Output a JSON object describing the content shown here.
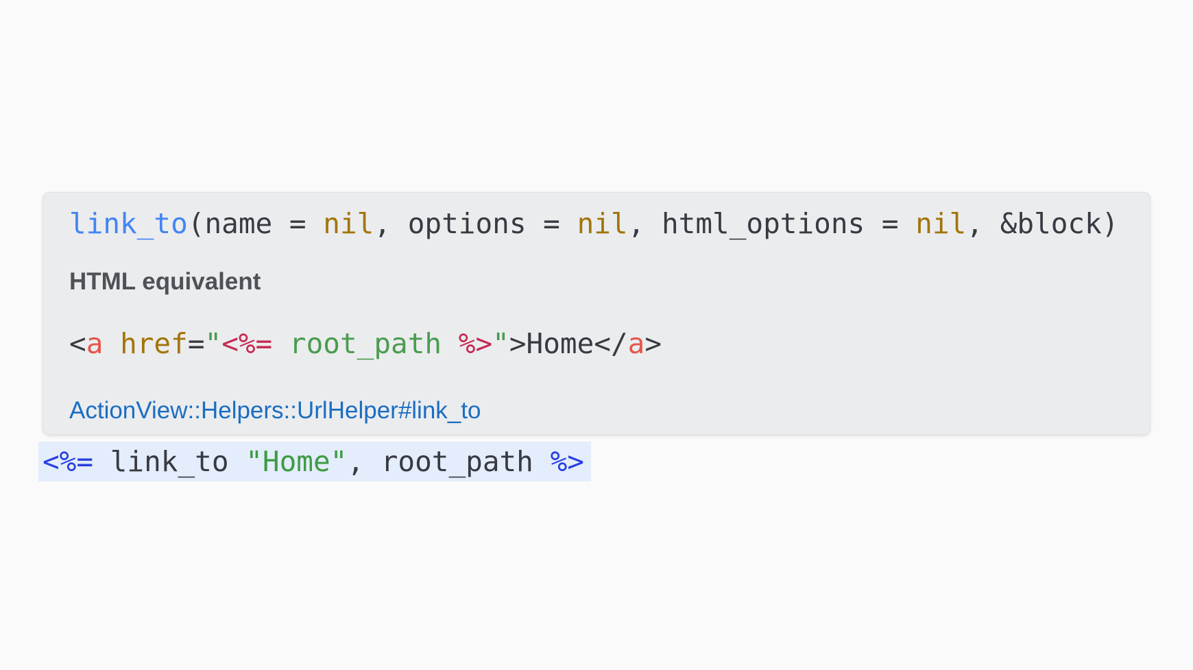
{
  "colors": {
    "plain": "#383a42",
    "function": "#4285f4",
    "constant": "#a2750a",
    "tag": "#e45649",
    "attr": "#a2750a",
    "string": "#4a9c4f",
    "string_editor": "#3e9b43",
    "erb_doc": "#c62a53",
    "erb_editor": "#2a3fe0",
    "link": "#1a6dc2",
    "heading": "#4e5257",
    "page_bg": "#fafafa",
    "panel_bg": "#ebecee",
    "highlight_bg": "#e3edfb"
  },
  "doc_panel": {
    "signature": {
      "segments": [
        {
          "t": "link_to",
          "c": "function"
        },
        {
          "t": "(name = ",
          "c": "plain"
        },
        {
          "t": "nil",
          "c": "constant"
        },
        {
          "t": ", options = ",
          "c": "plain"
        },
        {
          "t": "nil",
          "c": "constant"
        },
        {
          "t": ", html_options = ",
          "c": "plain"
        },
        {
          "t": "nil",
          "c": "constant"
        },
        {
          "t": ", &block)",
          "c": "plain"
        }
      ]
    },
    "heading": "HTML equivalent",
    "html_equivalent": {
      "segments": [
        {
          "t": "<",
          "c": "plain"
        },
        {
          "t": "a",
          "c": "tag"
        },
        {
          "t": " ",
          "c": "plain"
        },
        {
          "t": "href",
          "c": "attr"
        },
        {
          "t": "=",
          "c": "plain"
        },
        {
          "t": "\"",
          "c": "string"
        },
        {
          "t": "<%=",
          "c": "erb_doc"
        },
        {
          "t": " root_path ",
          "c": "string"
        },
        {
          "t": "%>",
          "c": "erb_doc"
        },
        {
          "t": "\"",
          "c": "string"
        },
        {
          "t": ">Home</",
          "c": "plain"
        },
        {
          "t": "a",
          "c": "tag"
        },
        {
          "t": ">",
          "c": "plain"
        }
      ]
    },
    "link_label": "ActionView::Helpers::UrlHelper#link_to"
  },
  "editor_line": {
    "segments": [
      {
        "t": "<%=",
        "c": "erb_editor"
      },
      {
        "t": " link_to ",
        "c": "plain"
      },
      {
        "t": "\"Home\"",
        "c": "string_editor"
      },
      {
        "t": ", root_path ",
        "c": "plain"
      },
      {
        "t": "%>",
        "c": "erb_editor"
      }
    ]
  }
}
